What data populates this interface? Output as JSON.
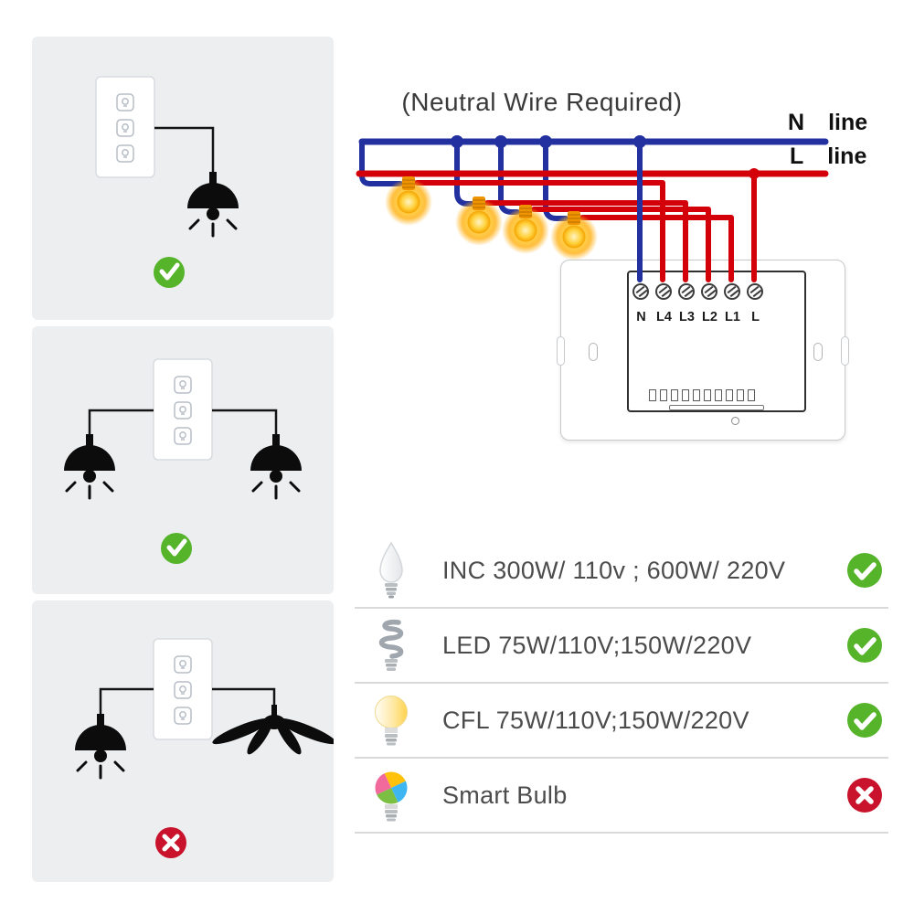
{
  "title": "(Neutral Wire Required)",
  "power_lines": {
    "neutral": {
      "label": "N",
      "word": "line"
    },
    "live": {
      "label": "L",
      "word": "line"
    }
  },
  "device": {
    "terminals": [
      "N",
      "L4",
      "L3",
      "L2",
      "L1",
      "L"
    ]
  },
  "scenarios": [
    {
      "name": "switch-controls-one-light",
      "supported": true
    },
    {
      "name": "switch-controls-two-lights",
      "supported": true
    },
    {
      "name": "switch-controls-light-and-fan",
      "supported": false
    }
  ],
  "compatibility": {
    "rows": [
      {
        "icon": "incandescent-candle-bulb-icon",
        "label": "INC 300W/ 110v ; 600W/ 220V",
        "supported": true
      },
      {
        "icon": "spiral-cfl-bulb-icon",
        "label": "LED 75W/110V;150W/220V",
        "supported": true
      },
      {
        "icon": "warm-globe-bulb-icon",
        "label": "CFL 75W/110V;150W/220V",
        "supported": true
      },
      {
        "icon": "smart-color-bulb-icon",
        "label": "Smart Bulb",
        "supported": false
      }
    ]
  },
  "colors": {
    "neutral_wire": "#2331a0",
    "live_wire": "#d40009",
    "supported_green": "#55b42a",
    "unsupported_red": "#c9132c",
    "panel_background": "#eceef0",
    "bulb_glow": "#ffc31f"
  }
}
